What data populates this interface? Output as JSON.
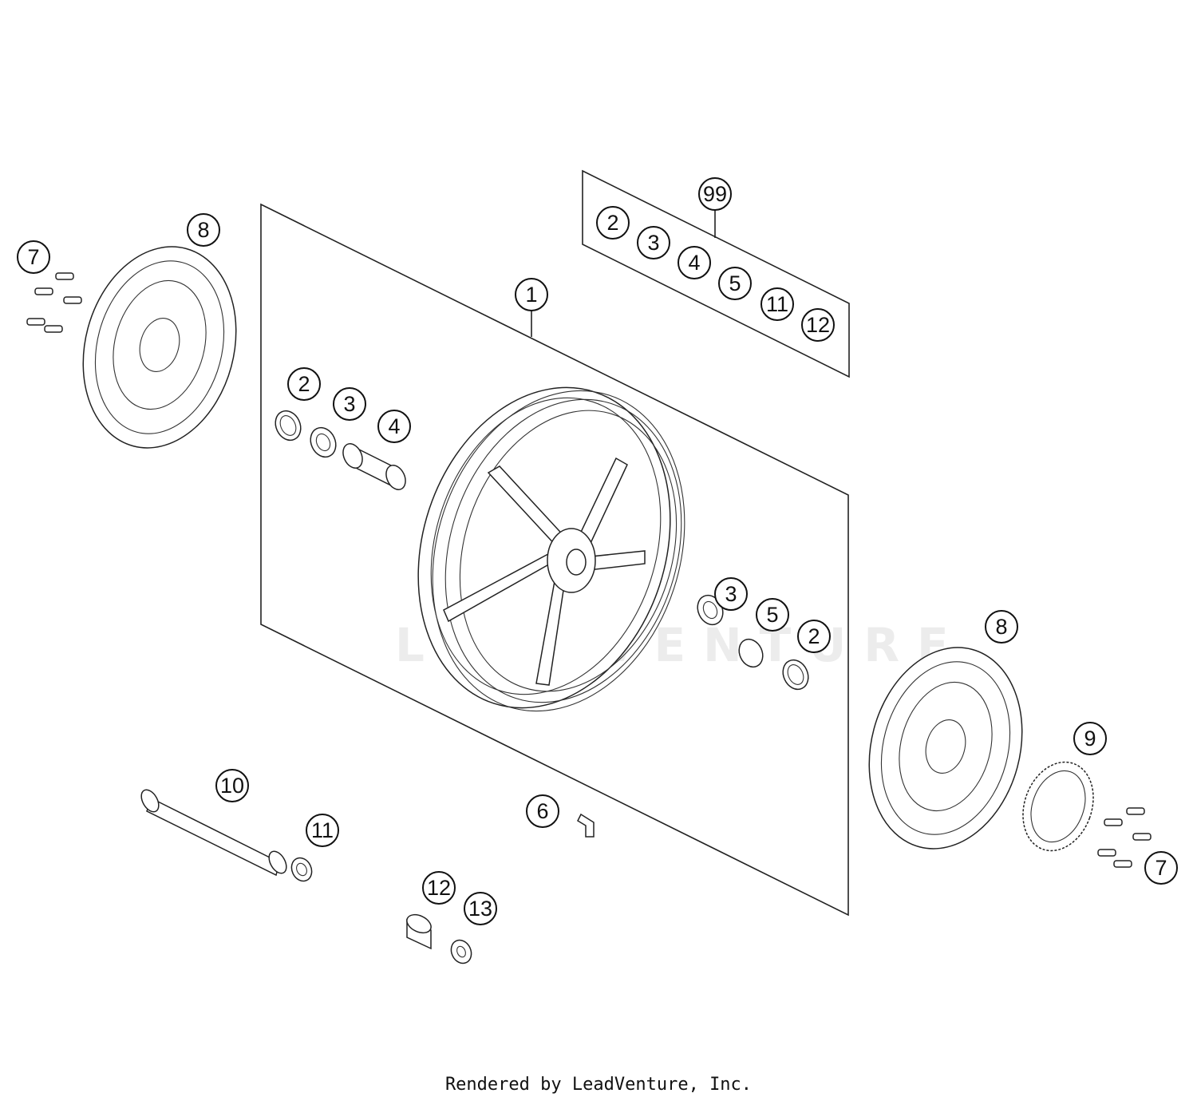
{
  "callouts": [
    {
      "id": "c99",
      "label": "99"
    },
    {
      "id": "c1",
      "label": "1"
    },
    {
      "id": "c8a",
      "label": "8"
    },
    {
      "id": "c7a",
      "label": "7"
    },
    {
      "id": "c2a",
      "label": "2"
    },
    {
      "id": "c3a",
      "label": "3"
    },
    {
      "id": "c4a",
      "label": "4"
    },
    {
      "id": "k2",
      "label": "2"
    },
    {
      "id": "k3",
      "label": "3"
    },
    {
      "id": "k4",
      "label": "4"
    },
    {
      "id": "k5",
      "label": "5"
    },
    {
      "id": "k11",
      "label": "11"
    },
    {
      "id": "k12",
      "label": "12"
    },
    {
      "id": "c3b",
      "label": "3"
    },
    {
      "id": "c5b",
      "label": "5"
    },
    {
      "id": "c2b",
      "label": "2"
    },
    {
      "id": "c8b",
      "label": "8"
    },
    {
      "id": "c9",
      "label": "9"
    },
    {
      "id": "c7b",
      "label": "7"
    },
    {
      "id": "c10",
      "label": "10"
    },
    {
      "id": "c11",
      "label": "11"
    },
    {
      "id": "c6",
      "label": "6"
    },
    {
      "id": "c12",
      "label": "12"
    },
    {
      "id": "c13",
      "label": "13"
    }
  ],
  "watermark": "LEADVENTURE",
  "footer": "Rendered by LeadVenture, Inc."
}
